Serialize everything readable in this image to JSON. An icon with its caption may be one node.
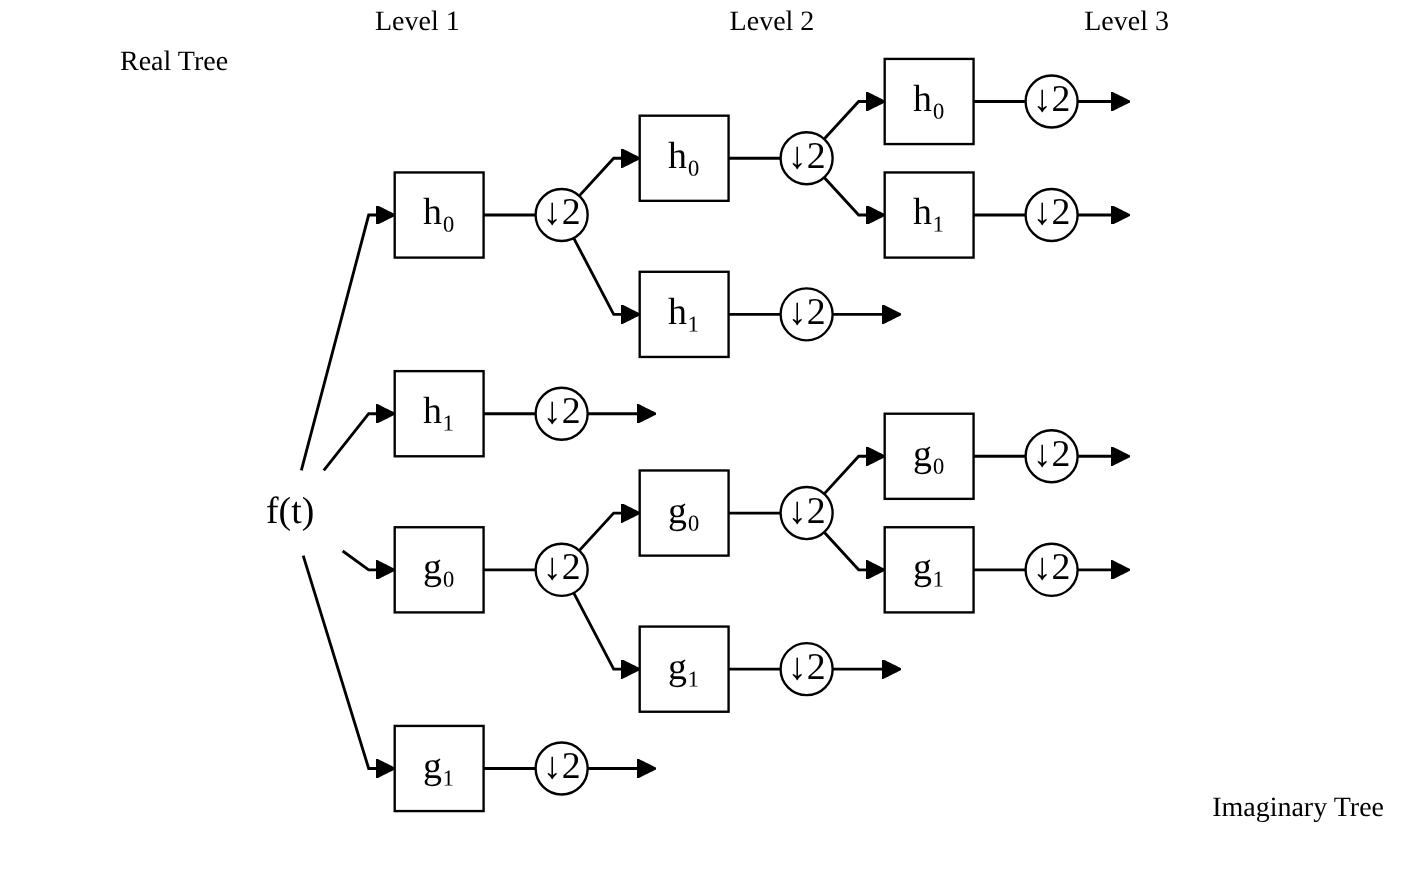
{
  "diagram": {
    "nodes": [
      {
        "text": [
          "f(t)"
        ]
      },
      {
        "text": [
          "h₀"
        ]
      },
      {
        "text": [
          "h₁"
        ]
      },
      {
        "text": [
          "↓2"
        ]
      },
      {
        "text": [
          "↓2"
        ]
      },
      {
        "text": [
          "h₀"
        ]
      },
      {
        "text": [
          "h₁"
        ]
      },
      {
        "text": [
          "↓2"
        ]
      },
      {
        "text": [
          "↓2"
        ]
      },
      {
        "text": [
          "h₀"
        ]
      },
      {
        "text": [
          "h₁"
        ]
      },
      {
        "text": [
          "↓2"
        ]
      },
      {
        "text": [
          "↓2"
        ]
      },
      {
        "text": [
          "g₀"
        ]
      },
      {
        "text": [
          "g₁"
        ]
      },
      {
        "text": [
          "↓2"
        ]
      },
      {
        "text": [
          "↓2"
        ]
      },
      {
        "text": [
          "g₀"
        ]
      },
      {
        "text": [
          "g₁"
        ]
      },
      {
        "text": [
          "↓2"
        ]
      },
      {
        "text": [
          "↓2"
        ]
      },
      {
        "text": [
          "g₀"
        ]
      },
      {
        "text": [
          "g₁"
        ]
      },
      {
        "text": [
          "↓2"
        ]
      },
      {
        "text": [
          "↓2"
        ]
      }
    ],
    "edges": [
      {
        "from": 0,
        "to": 1,
        "arrow": "to"
      },
      {
        "from": 0,
        "to": 2,
        "arrow": "to"
      },
      {
        "from": 0,
        "to": 13,
        "arrow": "to"
      },
      {
        "from": 0,
        "to": 14,
        "arrow": "to"
      },
      {
        "from": 1,
        "to": 3,
        "arrow": "none"
      },
      {
        "from": 2,
        "to": 4,
        "arrow": "none"
      },
      {
        "from": 4,
        "to": null,
        "arrow": "to"
      },
      {
        "from": 3,
        "to": 5,
        "arrow": "to"
      },
      {
        "from": 3,
        "to": 6,
        "arrow": "to"
      },
      {
        "from": 5,
        "to": 7,
        "arrow": "none"
      },
      {
        "from": 6,
        "to": 8,
        "arrow": "none"
      },
      {
        "from": 8,
        "to": null,
        "arrow": "to"
      },
      {
        "from": 7,
        "to": 9,
        "arrow": "to"
      },
      {
        "from": 7,
        "to": 10,
        "arrow": "to"
      },
      {
        "from": 9,
        "to": 11,
        "arrow": "none"
      },
      {
        "from": 10,
        "to": 12,
        "arrow": "none"
      },
      {
        "from": 11,
        "to": null,
        "arrow": "to"
      },
      {
        "from": 12,
        "to": null,
        "arrow": "to"
      },
      {
        "from": 13,
        "to": 15,
        "arrow": "none"
      },
      {
        "from": 14,
        "to": 16,
        "arrow": "none"
      },
      {
        "from": 16,
        "to": null,
        "arrow": "to"
      },
      {
        "from": 15,
        "to": 17,
        "arrow": "to"
      },
      {
        "from": 15,
        "to": 18,
        "arrow": "to"
      },
      {
        "from": 17,
        "to": 19,
        "arrow": "none"
      },
      {
        "from": 18,
        "to": 20,
        "arrow": "none"
      },
      {
        "from": 20,
        "to": null,
        "arrow": "to"
      },
      {
        "from": 19,
        "to": 21,
        "arrow": "to"
      },
      {
        "from": 19,
        "to": 22,
        "arrow": "to"
      },
      {
        "from": 21,
        "to": 23,
        "arrow": "none"
      },
      {
        "from": 22,
        "to": 24,
        "arrow": "none"
      },
      {
        "from": 23,
        "to": null,
        "arrow": "to"
      },
      {
        "from": 24,
        "to": null,
        "arrow": "to"
      }
    ],
    "labels": [
      "Level 1",
      "Level 2",
      "Level 3",
      "Real Tree",
      "Imaginary Tree"
    ]
  }
}
